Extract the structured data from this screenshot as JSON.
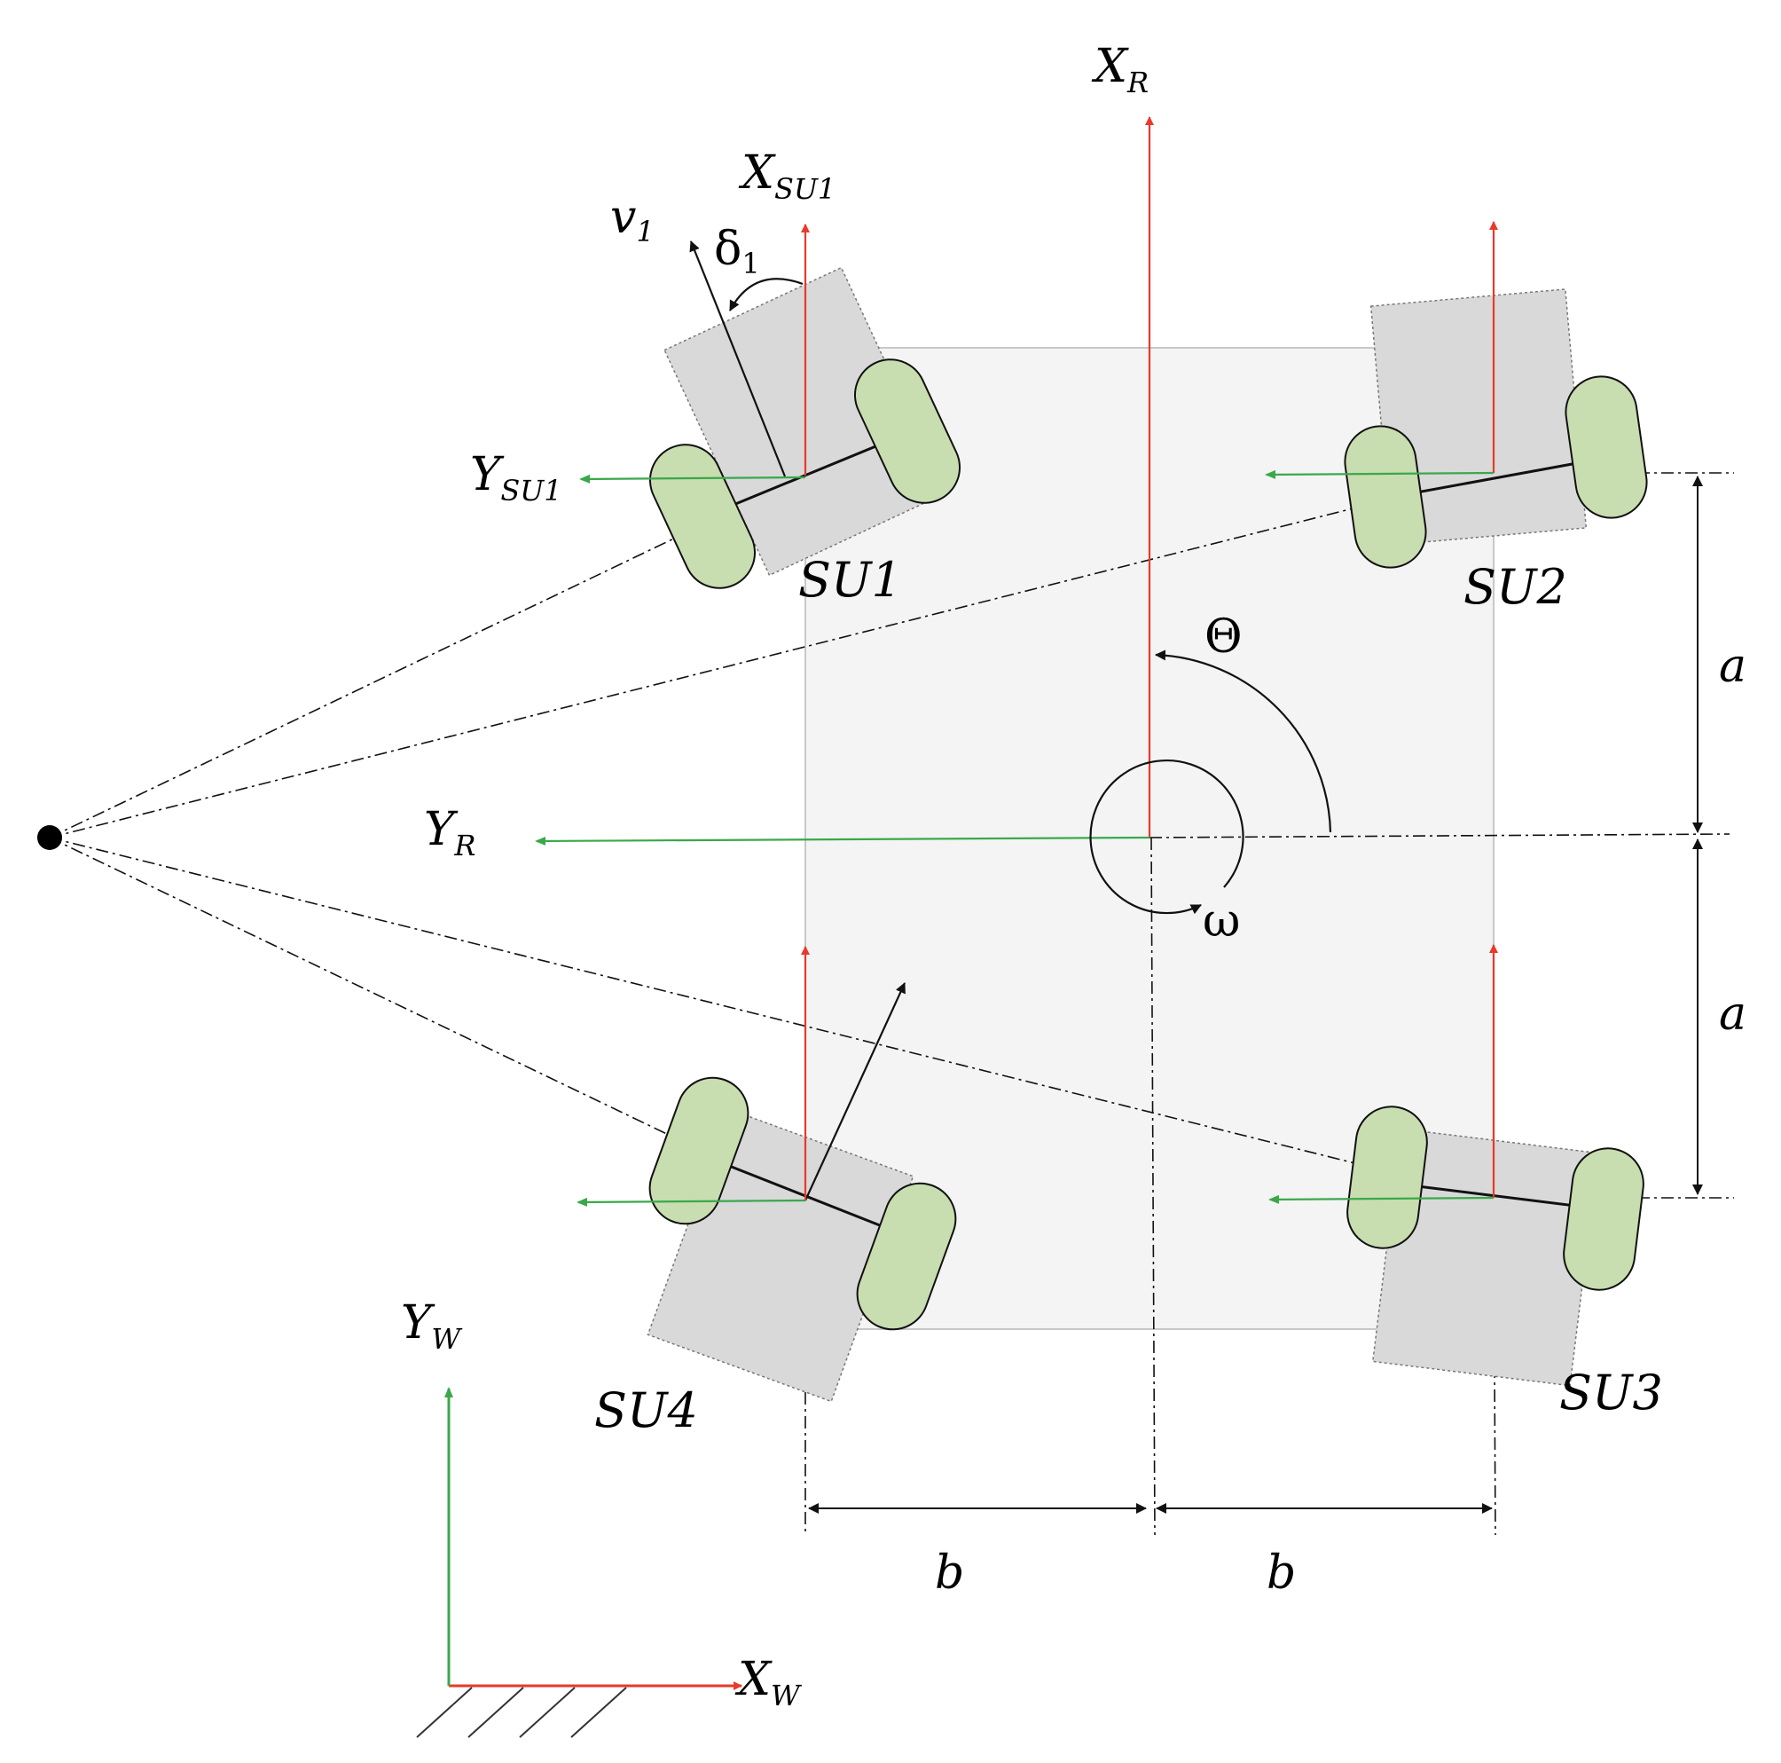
{
  "colors": {
    "x_axis": "#e8392b",
    "y_axis": "#3aa84a",
    "chassis_fill": "#f4f4f4",
    "chassis_stroke": "#c8c8c8",
    "unit_fill": "#d9d9d9",
    "wheel_fill": "#c8ddb0",
    "ink": "#111111"
  },
  "labels": {
    "x_robot": {
      "main": "X",
      "sub": "R"
    },
    "y_robot": {
      "main": "Y",
      "sub": "R"
    },
    "x_su1": {
      "main": "X",
      "sub": "SU1"
    },
    "y_su1": {
      "main": "Y",
      "sub": "SU1"
    },
    "velocity": {
      "main": "v",
      "sub": "1"
    },
    "steer_angle": {
      "main": "δ",
      "sub": "1"
    },
    "heading": "Θ",
    "yaw_rate": "ω",
    "x_world": {
      "main": "X",
      "sub": "W"
    },
    "y_world": {
      "main": "Y",
      "sub": "W"
    },
    "half_length_top": "a",
    "half_length_bottom": "a",
    "half_width_left": "b",
    "half_width_right": "b"
  },
  "units": [
    {
      "id": "su1",
      "label": "SU1"
    },
    {
      "id": "su2",
      "label": "SU2"
    },
    {
      "id": "su3",
      "label": "SU3"
    },
    {
      "id": "su4",
      "label": "SU4"
    }
  ]
}
